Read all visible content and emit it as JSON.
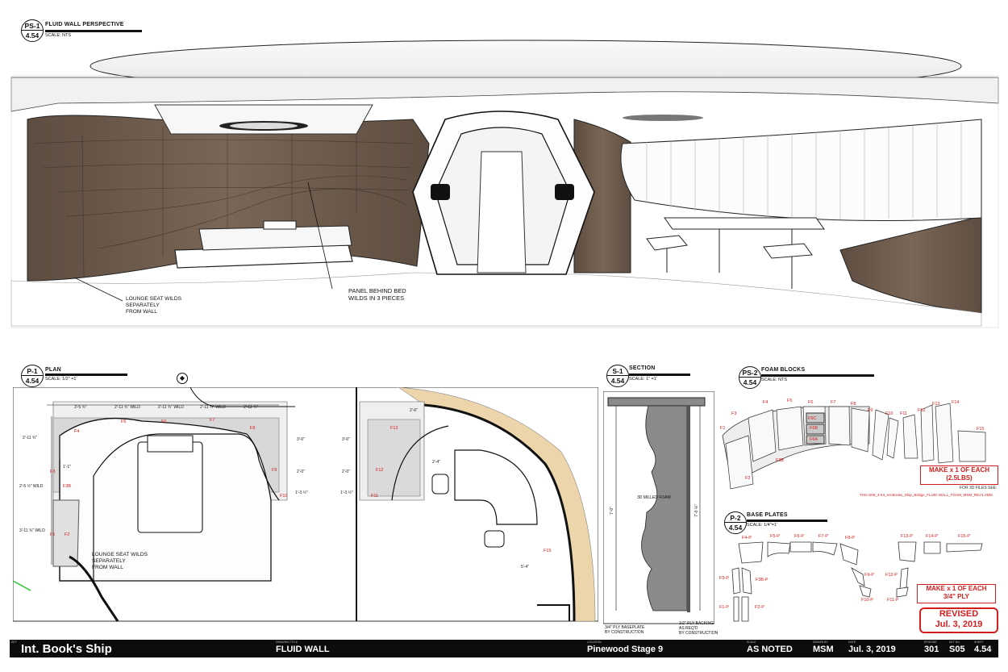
{
  "views": {
    "perspective": {
      "id": "PS-1",
      "sheet": "4.54",
      "title": "FLUID WALL PERSPECTIVE",
      "scale": "SCALE: NTS"
    },
    "plan": {
      "id": "P-1",
      "sheet": "4.54",
      "title": "PLAN",
      "scale": "SCALE: 1/2\" =1'"
    },
    "section": {
      "id": "S-1",
      "sheet": "4.54",
      "title": "SECTION",
      "scale": "SCALE: 1\" =1'"
    },
    "foam": {
      "id": "PS-2",
      "sheet": "4.54",
      "title": "FOAM BLOCKS",
      "scale": "SCALE: NTS"
    },
    "base": {
      "id": "P-2",
      "sheet": "4.54",
      "title": "BASE PLATES",
      "scale": "SCALE: 1/4\"=1'"
    }
  },
  "notes": {
    "lounge_seat_perspective": "LOUNGE SEAT WILDS\nSEPARATELY\nFROM WALL",
    "panel_behind_bed": "PANEL BEHIND BED\nWILDS IN 3 PIECES",
    "lounge_seat_plan": "LOUNGE SEAT WILDS\nSEPARATELY\nFROM WALL",
    "milled_foam": "3D MILLED FOAM",
    "ply_baseplate": "3/4\" PLY BASEPLATE\nBY CONSTRUCTION",
    "ply_backing": "1/2\" PLY BACKING\nAS REQ'D\nBY CONSTRUCTION",
    "files_see": "FOR 3D FILES SEE:",
    "file_name": "THG-S05_4-54_Int-Books_Ship_Bridge_FLUID WALL_FOAM_MSM_REV1.3DM",
    "make_foam": "MAKE x 1 OF EACH\n(2.5LBS)",
    "make_ply": "MAKE x 1 OF EACH\n3/4\" PLY",
    "revised": "REVISED\nJul. 3, 2019"
  },
  "plan_labels": {
    "top_dims": [
      "3'-5 ¾\"",
      "2'-11 ¾\" WILD",
      "2'-11 ¾\" WILD",
      "2'-11 ¾\" WILD",
      "2'-11 ¾\""
    ],
    "left_dims": [
      "2'-11 ¾\"",
      "2'-5 ½\" WILD",
      "3'-11 ¾\" WILD"
    ],
    "right_dims": [
      "3'-0\"",
      "2'-0\"",
      "1'-3 ½\""
    ],
    "right_plan_dims": [
      "2'-6\"",
      "2'-4\"",
      "3'-0\"",
      "2'-0\"",
      "1'-3 ½\""
    ],
    "misc_dims": [
      "1'-1\"",
      "5'-4\""
    ],
    "left_panels": [
      "F4",
      "F5",
      "F6",
      "F7",
      "F8",
      "F3",
      "F3B",
      "F1",
      "F2",
      "F9",
      "F10"
    ],
    "right_panels": [
      "F13",
      "F12",
      "F11",
      "F15"
    ]
  },
  "section_labels": {
    "height": "7'-0\"",
    "right": "7'-0 ⅛\""
  },
  "foam_labels": [
    "F1",
    "F2",
    "F3",
    "F3B",
    "F4",
    "F5",
    "F5C",
    "F6",
    "F6B",
    "F6A",
    "F7",
    "F8",
    "F9",
    "F10",
    "F11",
    "F12",
    "F13",
    "F14",
    "F15"
  ],
  "base_labels": [
    "F4-P",
    "F5-P",
    "F6-P",
    "F7-P",
    "F8-P",
    "F13-P",
    "F14-P",
    "F15-P",
    "F9-P",
    "F10-P",
    "F12-P",
    "F11-P",
    "F3-P",
    "F3B-P",
    "F1-P",
    "F2-P"
  ],
  "title_block": {
    "set_caption": "SET",
    "set": "Int. Book's Ship",
    "drawing_caption": "DRAWING TITLE",
    "drawing": "FLUID WALL",
    "location_caption": "LOCATION",
    "location": "Pinewood Stage 9",
    "scale_caption": "SCALE",
    "scale": "AS NOTED",
    "drawn_caption": "DRAWN BY",
    "drawn": "MSM",
    "date_caption": "DATE",
    "date": "Jul. 3, 2019",
    "episode_caption": "EPISODE",
    "episode": "301",
    "setno_caption": "SET NO.",
    "setno": "S05",
    "sheet_caption": "SHEET",
    "sheet": "4.54"
  },
  "colors": {
    "wood": "#6e5c4c",
    "wood_dark": "#4a3d31",
    "foam_grey": "#8a8a8a",
    "ply_tan": "#ecd4ab",
    "redline": "#d21e1e",
    "grid_green": "#22c22a"
  }
}
